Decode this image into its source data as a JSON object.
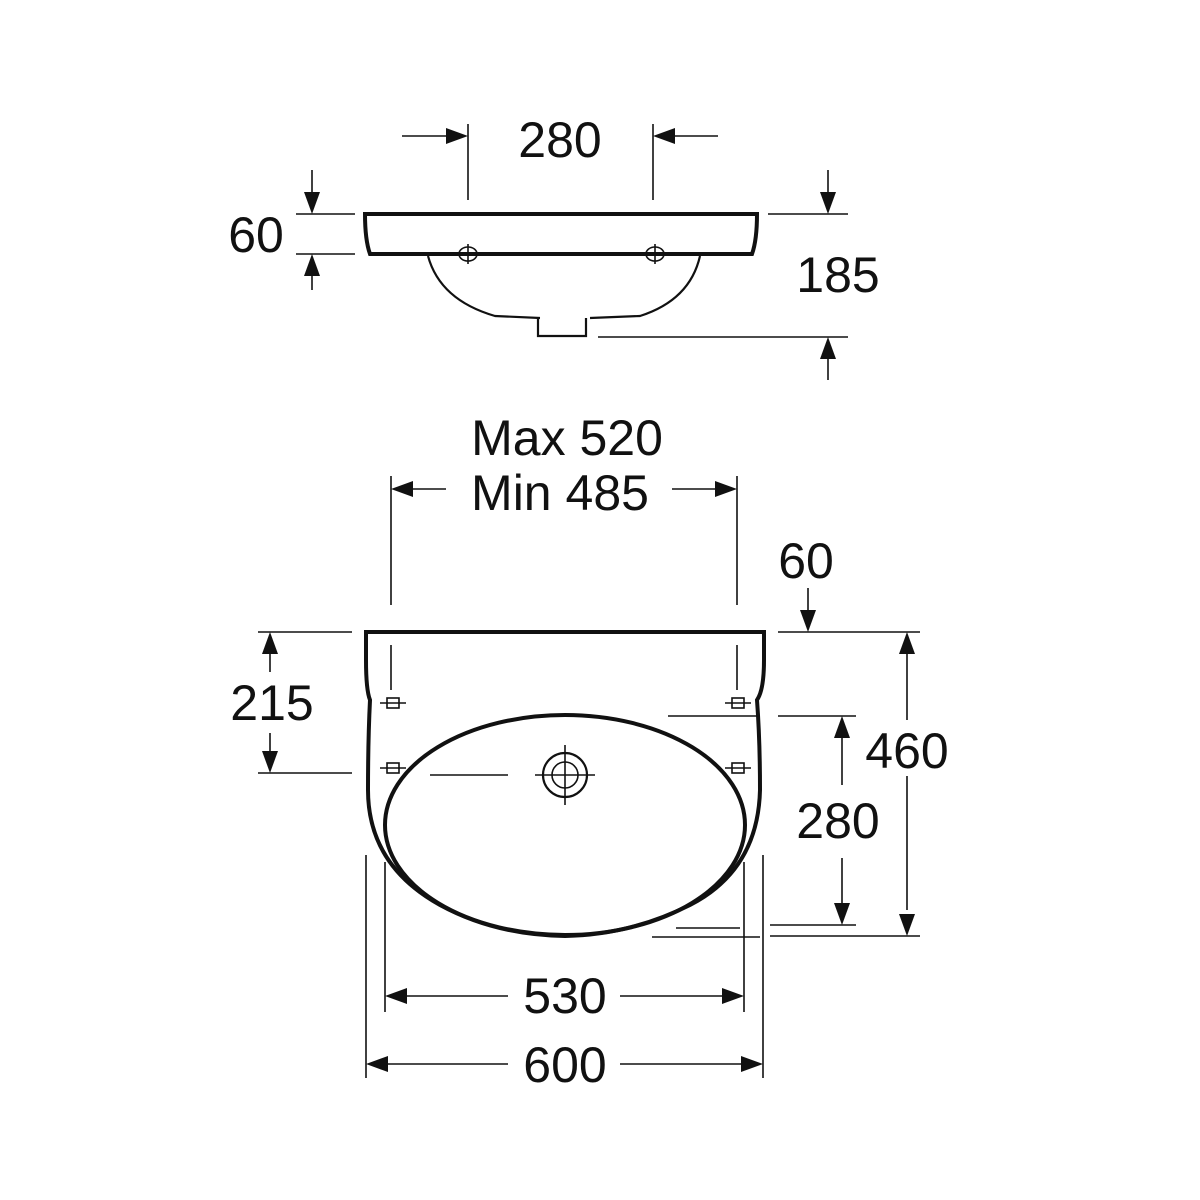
{
  "top_view": {
    "hole_spacing": "280",
    "rim_height": "60",
    "total_height": "185"
  },
  "front_view": {
    "bracket_max": "Max 520",
    "bracket_min": "Min 485",
    "rim_depth": "60",
    "bracket_height": "215",
    "total_depth": "460",
    "bowl_depth": "280",
    "bowl_width": "530",
    "total_width": "600"
  },
  "colors": {
    "line": "#111111",
    "background": "#ffffff"
  }
}
